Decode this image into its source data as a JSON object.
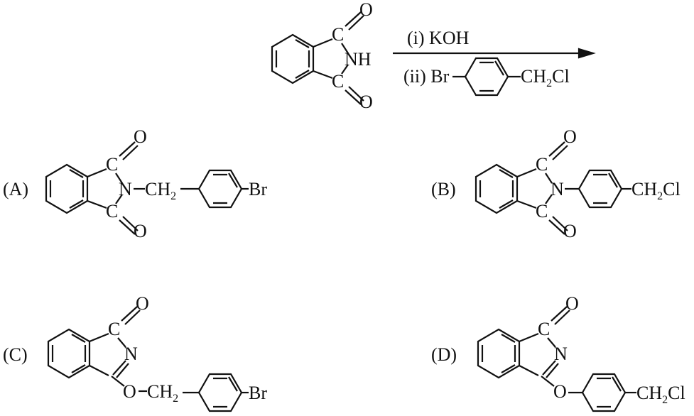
{
  "reaction": {
    "reagent_1": "(i) KOH",
    "reagent_2_prefix": "(ii) Br",
    "reagent_2_suffix_a": "CH",
    "reagent_2_suffix_sub": "2",
    "reagent_2_suffix_b": "Cl",
    "reactant_atoms": {
      "c": "C",
      "nh": "NH",
      "o": "O"
    }
  },
  "options": [
    {
      "label": "(A)",
      "n": "N",
      "link_a": "CH",
      "link_sub": "2",
      "end": "Br"
    },
    {
      "label": "(B)",
      "n": "N",
      "end_a": "CH",
      "end_sub": "2",
      "end_b": "Cl"
    },
    {
      "label": "(C)",
      "n": "N",
      "link_o": "O",
      "link_a": "CH",
      "link_sub": "2",
      "end": "Br"
    },
    {
      "label": "(D)",
      "n": "N",
      "link_o": "O",
      "end_a": "CH",
      "end_sub": "2",
      "end_b": "Cl"
    }
  ],
  "atoms": {
    "c": "C",
    "o": "O"
  }
}
